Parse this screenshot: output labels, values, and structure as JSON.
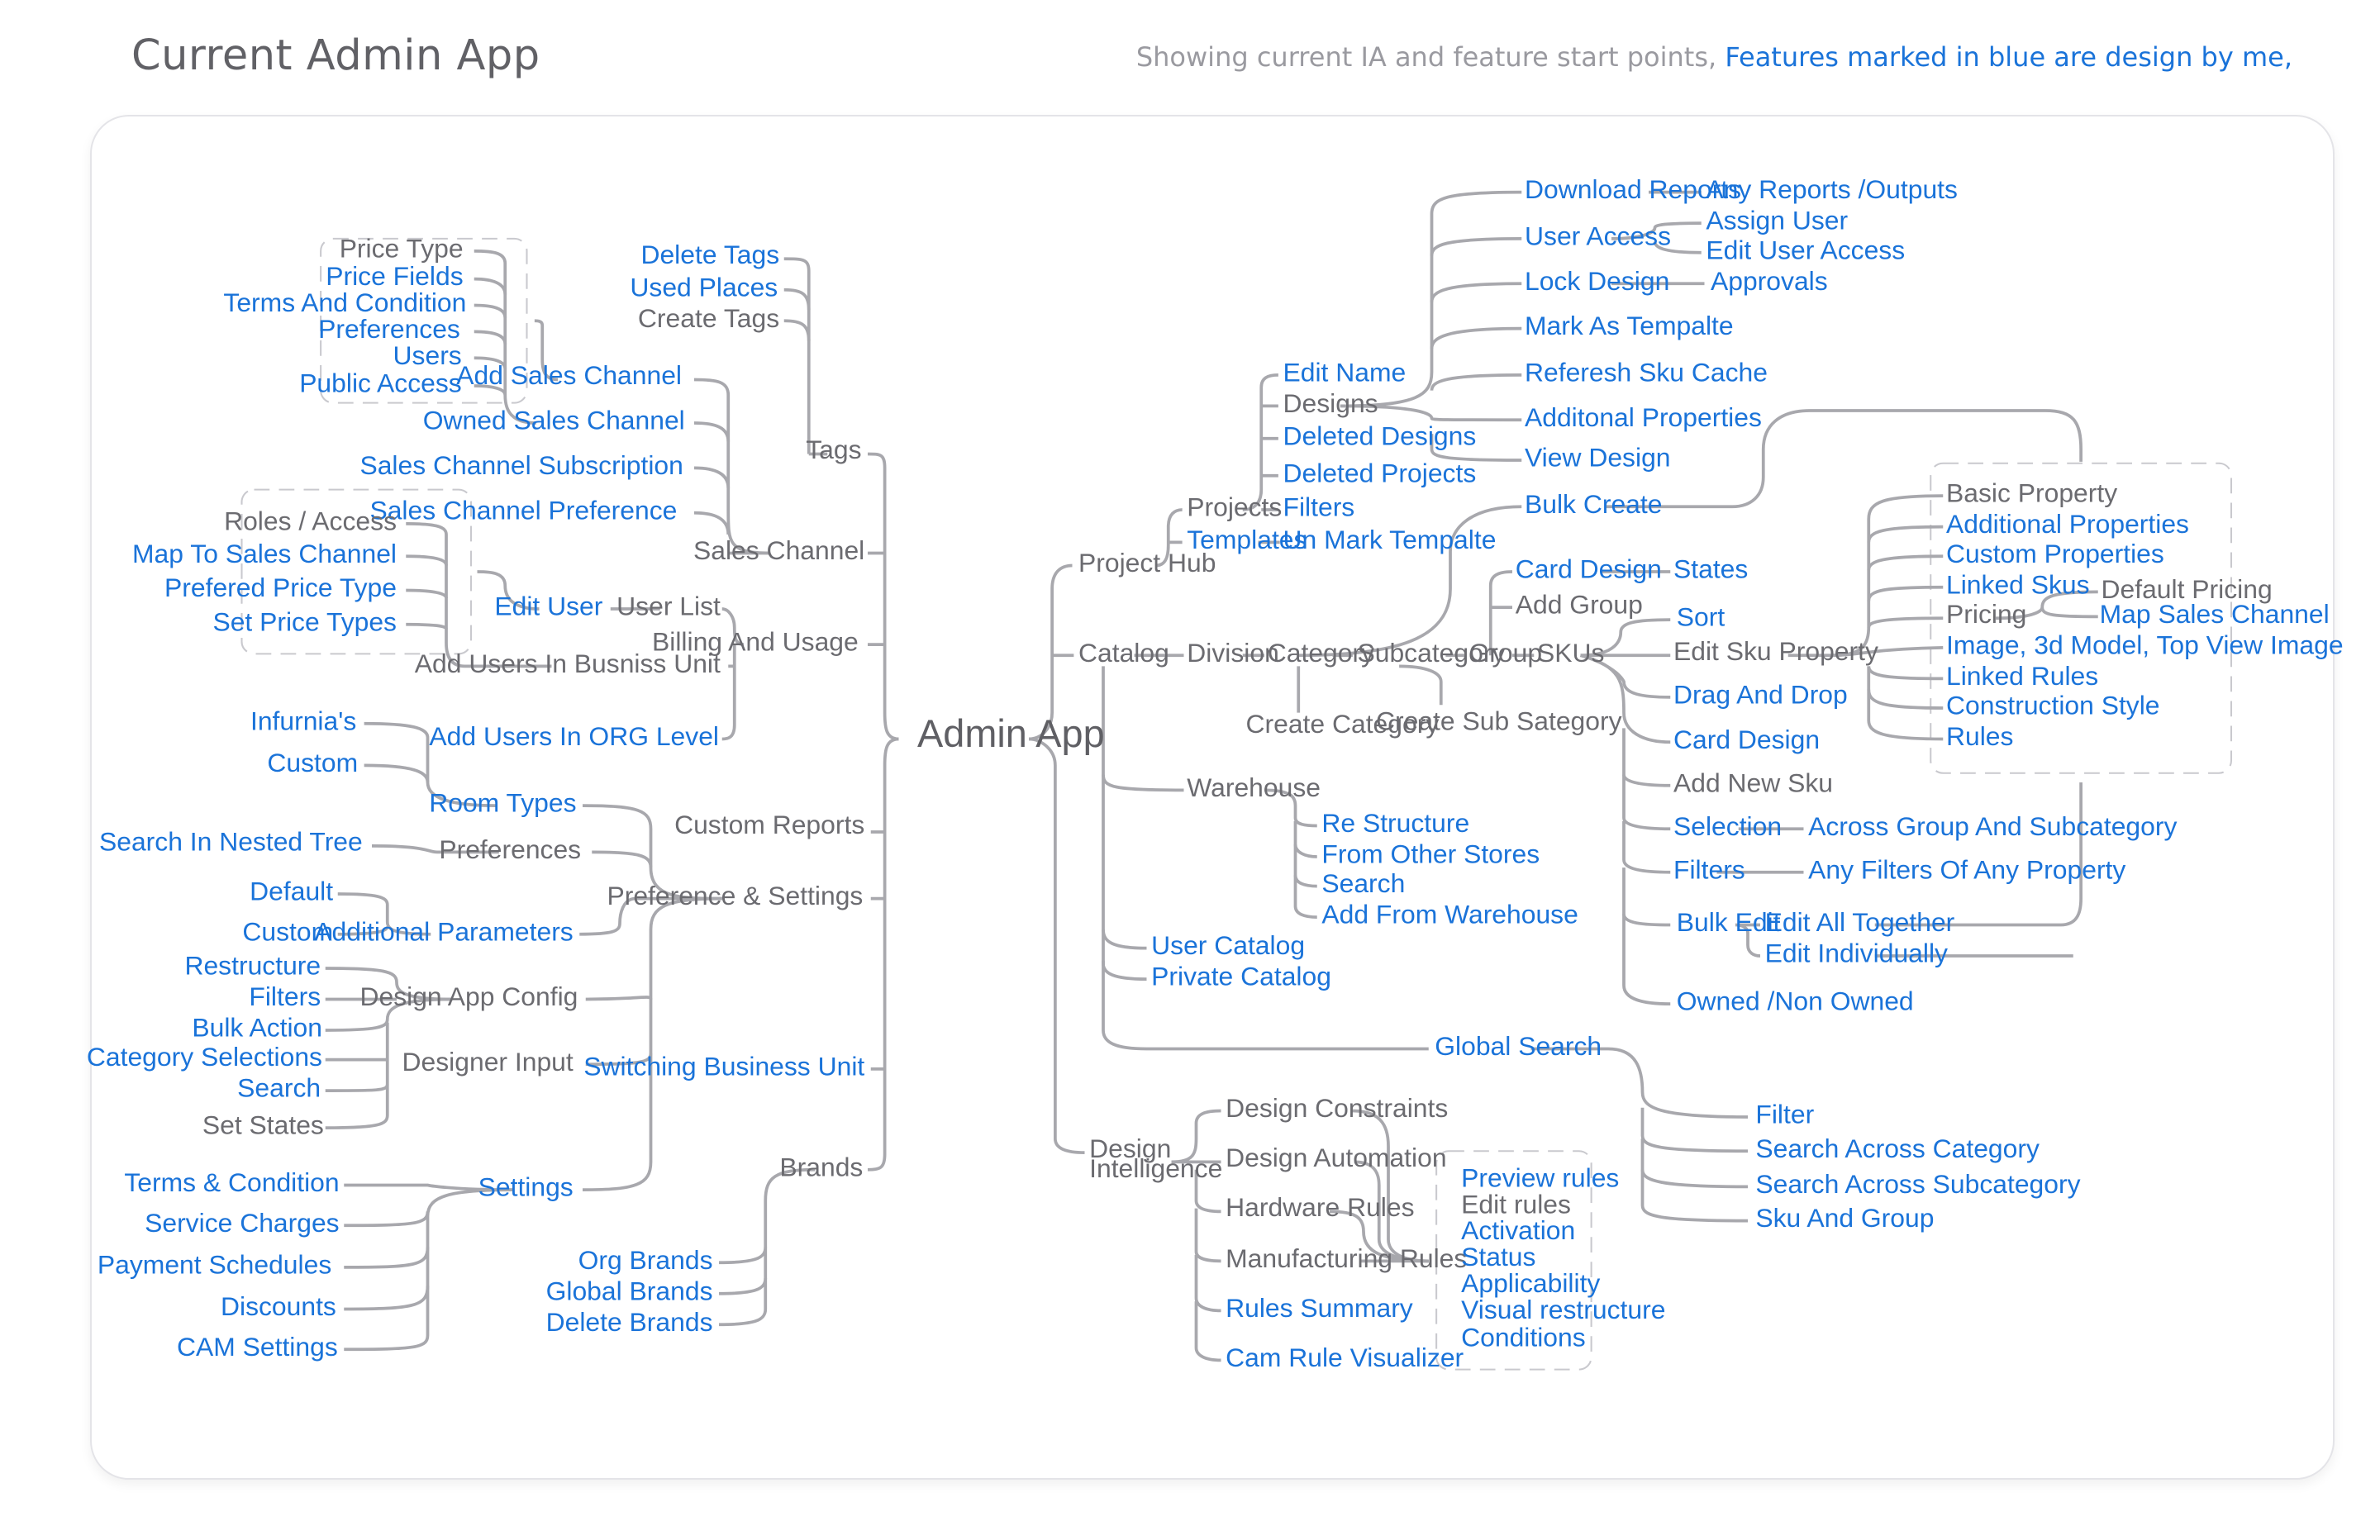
{
  "header": {
    "title": "Current Admin App",
    "subtitle_gray": "Showing current IA and feature start points,",
    "subtitle_blue": "Features marked in blue are design by me,"
  },
  "colors": {
    "feature_blue": "#1a73d9",
    "existing_gray": "#6b6b70",
    "connector": "#a8a8ad"
  },
  "nodes": {
    "admin_app": "Admin App",
    "price_type": "Price Type",
    "price_fields": "Price Fields",
    "terms_and_condition": "Terms And Condition",
    "preferences_sc": "Preferences",
    "users_sc": "Users",
    "public_access": "Public Access",
    "add_sales_channel": "Add Sales Channel",
    "owned_sales_channel": "Owned Sales Channel",
    "sales_channel_subscription": "Sales Channel Subscription",
    "sales_channel_preference": "Sales Channel Preference",
    "sales_channel": "Sales Channel",
    "delete_tags": "Delete Tags",
    "used_places": "Used Places",
    "create_tags": "Create Tags",
    "tags": "Tags",
    "roles_access": "Roles / Access",
    "map_to_sales_channel": "Map To Sales Channel",
    "prefered_price_type": "Prefered Price Type",
    "set_price_types": "Set Price Types",
    "edit_user": "Edit User",
    "user_list": "User List",
    "add_users_bu": "Add Users In Busniss Unit",
    "billing_and_usage": "Billing And Usage",
    "add_users_org": "Add Users In ORG Level",
    "infurnias": "Infurnia's",
    "custom_rt": "Custom",
    "room_types": "Room Types",
    "search_nested_tree": "Search In Nested Tree",
    "preferences_ps": "Preferences",
    "default_ap": "Default",
    "custom_ap": "Custom",
    "additional_parameters": "Additional Parameters",
    "custom_reports": "Custom Reports",
    "preference_settings": "Preference & Settings",
    "restructure": "Restructure",
    "filters_dac": "Filters",
    "bulk_action": "Bulk Action",
    "category_selections": "Category Selections",
    "search_dac": "Search",
    "set_states": "Set States",
    "design_app_config": "Design App Config",
    "designer_input": "Designer Input",
    "switching_bu": "Switching Business Unit",
    "terms_condition": "Terms & Condition",
    "service_charges": "Service Charges",
    "payment_schedules": "Payment Schedules",
    "discounts": "Discounts",
    "cam_settings": "CAM Settings",
    "settings": "Settings",
    "brands": "Brands",
    "org_brands": "Org Brands",
    "global_brands": "Global Brands",
    "delete_brands": "Delete Brands",
    "download_reports": "Download Reports",
    "any_reports": "Any Reports /Outputs",
    "user_access": "User Access",
    "assign_user": "Assign User",
    "edit_user_access": "Edit User Access",
    "lock_design": "Lock Design",
    "approvals": "Approvals",
    "mark_as_template": "Mark As Tempalte",
    "refresh_sku_cache": "Referesh Sku Cache",
    "additional_properties_d": "Additonal Properties",
    "view_design": "View Design",
    "edit_name": "Edit Name",
    "designs": "Designs",
    "deleted_designs": "Deleted Designs",
    "deleted_projects": "Deleted Projects",
    "filters_p": "Filters",
    "projects": "Projects",
    "templates": "Templates",
    "unmark_template": "Un Mark Tempalte",
    "project_hub": "Project Hub",
    "bulk_create": "Bulk Create",
    "card_design_g": "Card Design",
    "states": "States",
    "add_group": "Add Group",
    "catalog": "Catalog",
    "division": "Division",
    "category": "Category",
    "subcategory": "Subcategory",
    "group": "Group",
    "skus": "SKUs",
    "create_category": "Create Category",
    "create_sub_category": "Create Sub Sategory",
    "sort": "Sort",
    "edit_sku_property": "Edit Sku Property",
    "basic_property": "Basic Property",
    "additional_properties": "Additional Properties",
    "custom_properties": "Custom Properties",
    "linked_skus": "Linked Skus",
    "pricing": "Pricing",
    "default_pricing": "Default Pricing",
    "map_sales_channel": "Map Sales Channel",
    "image_3d_model": "Image, 3d Model, Top View Image",
    "linked_rules": "Linked Rules",
    "construction_style": "Construction Style",
    "rules": "Rules",
    "drag_and_drop": "Drag And Drop",
    "card_design_s": "Card Design",
    "add_new_sku": "Add New Sku",
    "selection": "Selection",
    "across_group": "Across Group And Subcategory",
    "filters_s": "Filters",
    "any_filters": "Any Filters Of Any Property",
    "bulk_edit": "Bulk Edit",
    "edit_all_together": "Edit All Together",
    "edit_individually": "Edit Individually",
    "owned_non_owned": "Owned /Non Owned",
    "warehouse": "Warehouse",
    "re_structure": "Re Structure",
    "from_other_stores": "From Other Stores",
    "search_w": "Search",
    "add_from_warehouse": "Add From Warehouse",
    "user_catalog": "User Catalog",
    "private_catalog": "Private Catalog",
    "global_search": "Global Search",
    "filter_gs": "Filter",
    "search_across_category": "Search Across Category",
    "search_across_subcategory": "Search Across Subcategory",
    "sku_and_group": "Sku And Group",
    "design_intelligence_1": "Design",
    "design_intelligence_2": "Intelligence",
    "design_constraints": "Design Constraints",
    "design_automation": "Design Automation",
    "hardware_rules": "Hardware Rules",
    "manufacturing_rules": "Manufacturing Rules",
    "rules_summary": "Rules Summary",
    "cam_rule_visualizer": "Cam Rule Visualizer",
    "preview_rules": "Preview rules",
    "edit_rules": "Edit rules",
    "activation": "Activation",
    "status": "Status",
    "applicability": "Applicability",
    "visual_restructure": "Visual restructure",
    "conditions": "Conditions"
  }
}
